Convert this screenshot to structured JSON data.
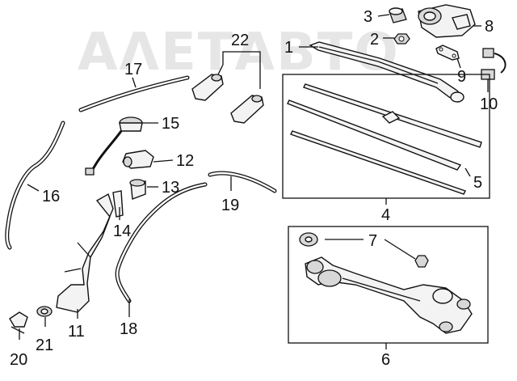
{
  "watermark": {
    "text": "ΑΛΕΤΑΒΤΟ"
  },
  "callouts": [
    {
      "id": "1",
      "label": "1"
    },
    {
      "id": "2",
      "label": "2"
    },
    {
      "id": "3",
      "label": "3"
    },
    {
      "id": "4",
      "label": "4"
    },
    {
      "id": "5",
      "label": "5"
    },
    {
      "id": "6",
      "label": "6"
    },
    {
      "id": "7",
      "label": "7"
    },
    {
      "id": "8",
      "label": "8"
    },
    {
      "id": "9",
      "label": "9"
    },
    {
      "id": "10",
      "label": "10"
    },
    {
      "id": "11",
      "label": "11"
    },
    {
      "id": "12",
      "label": "12"
    },
    {
      "id": "13",
      "label": "13"
    },
    {
      "id": "14",
      "label": "14"
    },
    {
      "id": "15",
      "label": "15"
    },
    {
      "id": "16",
      "label": "16"
    },
    {
      "id": "17",
      "label": "17"
    },
    {
      "id": "18",
      "label": "18"
    },
    {
      "id": "19",
      "label": "19"
    },
    {
      "id": "20",
      "label": "20"
    },
    {
      "id": "21",
      "label": "21"
    },
    {
      "id": "22",
      "label": "22"
    }
  ]
}
